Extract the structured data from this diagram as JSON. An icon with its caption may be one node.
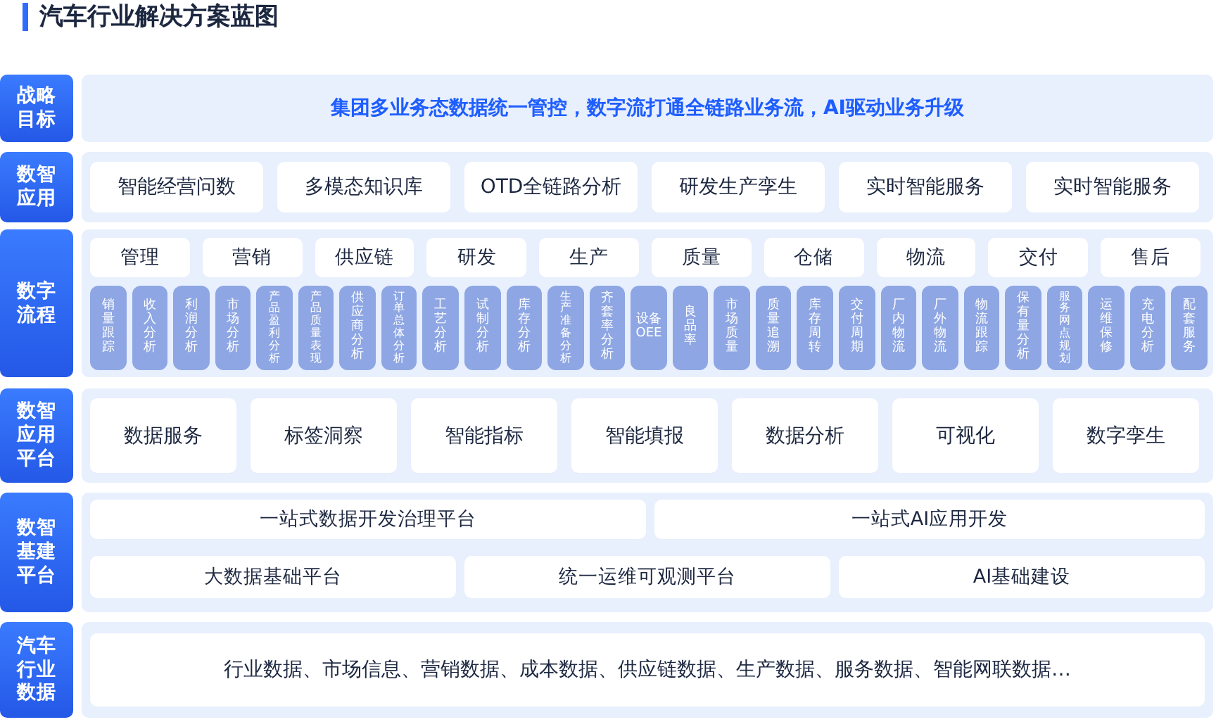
{
  "diagram": {
    "title": "汽车行业解决方案蓝图",
    "nodes": [
      {
        "text": [
          "战略目标"
        ]
      },
      {
        "text": [
          "集团多业务态数据统一管控，数字流打通全链路业务流，AI驱动业务升级"
        ]
      },
      {
        "text": [
          "数智应用"
        ]
      },
      {
        "text": [],
        "shape": "box"
      },
      {
        "text": [
          "智能经营问数"
        ],
        "in": 3
      },
      {
        "text": [
          "多模态知识库"
        ],
        "in": 3
      },
      {
        "text": [
          "OTD全链路分析"
        ],
        "in": 3
      },
      {
        "text": [
          "研发生产孪生"
        ],
        "in": 3
      },
      {
        "text": [
          "实时智能服务"
        ],
        "in": 3
      },
      {
        "text": [
          "实时智能服务"
        ],
        "in": 3
      },
      {
        "text": [
          "数字流程"
        ]
      },
      {
        "text": [],
        "shape": "box"
      },
      {
        "text": [
          "管理"
        ],
        "in": 11
      },
      {
        "text": [
          "营销"
        ],
        "in": 11
      },
      {
        "text": [
          "供应链"
        ],
        "in": 11
      },
      {
        "text": [
          "研发"
        ],
        "in": 11
      },
      {
        "text": [
          "生产"
        ],
        "in": 11
      },
      {
        "text": [
          "质量"
        ],
        "in": 11
      },
      {
        "text": [
          "仓储"
        ],
        "in": 11
      },
      {
        "text": [
          "物流"
        ],
        "in": 11
      },
      {
        "text": [
          "交付"
        ],
        "in": 11
      },
      {
        "text": [
          "售后"
        ],
        "in": 11
      },
      {
        "text": [
          "销量跟踪"
        ],
        "in": 11
      },
      {
        "text": [
          "收入分析"
        ],
        "in": 11
      },
      {
        "text": [
          "利润分析"
        ],
        "in": 11
      },
      {
        "text": [
          "市场分析"
        ],
        "in": 11
      },
      {
        "text": [
          "产品盈利分析"
        ],
        "in": 11
      },
      {
        "text": [
          "产品质量表现"
        ],
        "in": 11
      },
      {
        "text": [
          "供应商分析"
        ],
        "in": 11
      },
      {
        "text": [
          "订单总体分析"
        ],
        "in": 11
      },
      {
        "text": [
          "工艺分析"
        ],
        "in": 11
      },
      {
        "text": [
          "试制分析"
        ],
        "in": 11
      },
      {
        "text": [
          "库存分析"
        ],
        "in": 11
      },
      {
        "text": [
          "生产准备分析"
        ],
        "in": 11
      },
      {
        "text": [
          "齐套率分析"
        ],
        "in": 11
      },
      {
        "text": [
          "设备OEE"
        ],
        "in": 11
      },
      {
        "text": [
          "良品率"
        ],
        "in": 11
      },
      {
        "text": [
          "市场质量"
        ],
        "in": 11
      },
      {
        "text": [
          "质量追溯"
        ],
        "in": 11
      },
      {
        "text": [
          "库存周转"
        ],
        "in": 11
      },
      {
        "text": [
          "交付周期"
        ],
        "in": 11
      },
      {
        "text": [
          "厂内物流"
        ],
        "in": 11
      },
      {
        "text": [
          "厂外物流"
        ],
        "in": 11
      },
      {
        "text": [
          "物流跟踪"
        ],
        "in": 11
      },
      {
        "text": [
          "保有量分析"
        ],
        "in": 11
      },
      {
        "text": [
          "服务网点规划"
        ],
        "in": 11
      },
      {
        "text": [
          "运维保修"
        ],
        "in": 11
      },
      {
        "text": [
          "充电分析"
        ],
        "in": 11
      },
      {
        "text": [
          "配套服务"
        ],
        "in": 11
      },
      {
        "text": [
          "数智应用平台"
        ]
      },
      {
        "text": [],
        "shape": "box"
      },
      {
        "text": [
          "数据服务"
        ],
        "in": 50
      },
      {
        "text": [
          "标签洞察"
        ],
        "in": 50
      },
      {
        "text": [
          "智能指标"
        ],
        "in": 50
      },
      {
        "text": [
          "智能填报"
        ],
        "in": 50
      },
      {
        "text": [
          "数据分析"
        ],
        "in": 50
      },
      {
        "text": [
          "可视化"
        ],
        "in": 50
      },
      {
        "text": [
          "数字孪生"
        ],
        "in": 50
      },
      {
        "text": [
          "数智基建平台"
        ]
      },
      {
        "text": [],
        "shape": "box"
      },
      {
        "text": [
          "一站式数据开发治理平台"
        ],
        "in": 59
      },
      {
        "text": [
          "一站式AI应用开发"
        ],
        "in": 59
      },
      {
        "text": [
          "大数据基础平台"
        ],
        "in": 59
      },
      {
        "text": [
          "统一运维可观测平台"
        ],
        "in": 59
      },
      {
        "text": [
          "AI基础建设"
        ],
        "in": 59
      },
      {
        "text": [
          "汽车行业数据"
        ]
      },
      {
        "text": [],
        "shape": "box"
      },
      {
        "text": [
          "行业数据、市场信息、营销数据、成本数据、供应链数据、生产数据、服务数据、智能网联数据…"
        ],
        "in": 66
      }
    ]
  }
}
